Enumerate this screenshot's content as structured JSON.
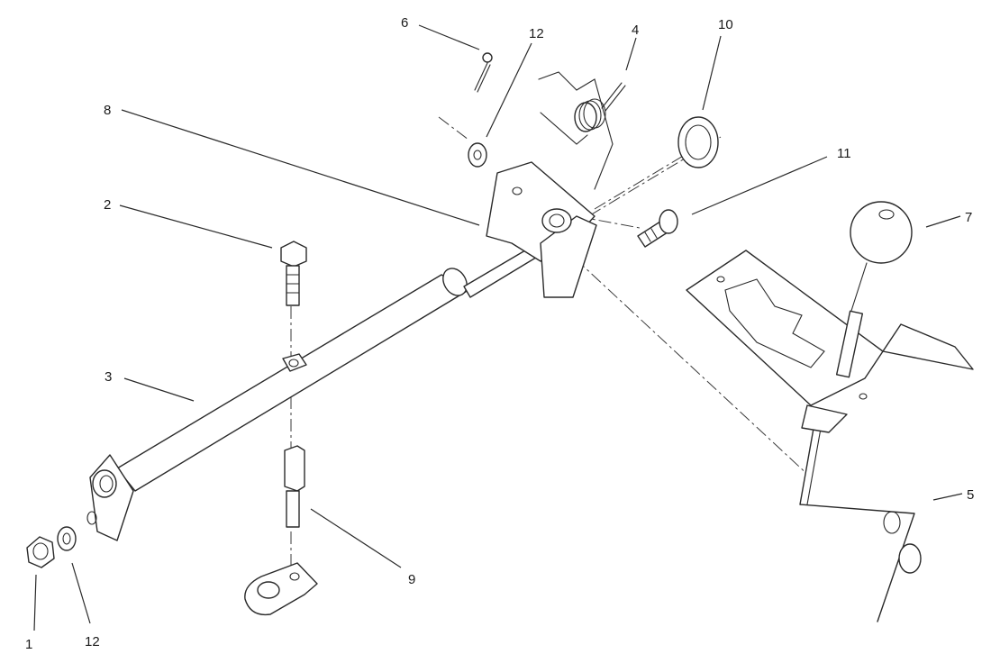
{
  "callouts": [
    {
      "id": "1a",
      "text": "1"
    },
    {
      "id": "12a",
      "text": "12"
    },
    {
      "id": "2",
      "text": "2"
    },
    {
      "id": "3",
      "text": "3"
    },
    {
      "id": "8",
      "text": "8"
    },
    {
      "id": "6",
      "text": "6"
    },
    {
      "id": "12b",
      "text": "12"
    },
    {
      "id": "4",
      "text": "4"
    },
    {
      "id": "10",
      "text": "10"
    },
    {
      "id": "11",
      "text": "11"
    },
    {
      "id": "7",
      "text": "7"
    },
    {
      "id": "5",
      "text": "5"
    },
    {
      "id": "9",
      "text": "9"
    }
  ]
}
